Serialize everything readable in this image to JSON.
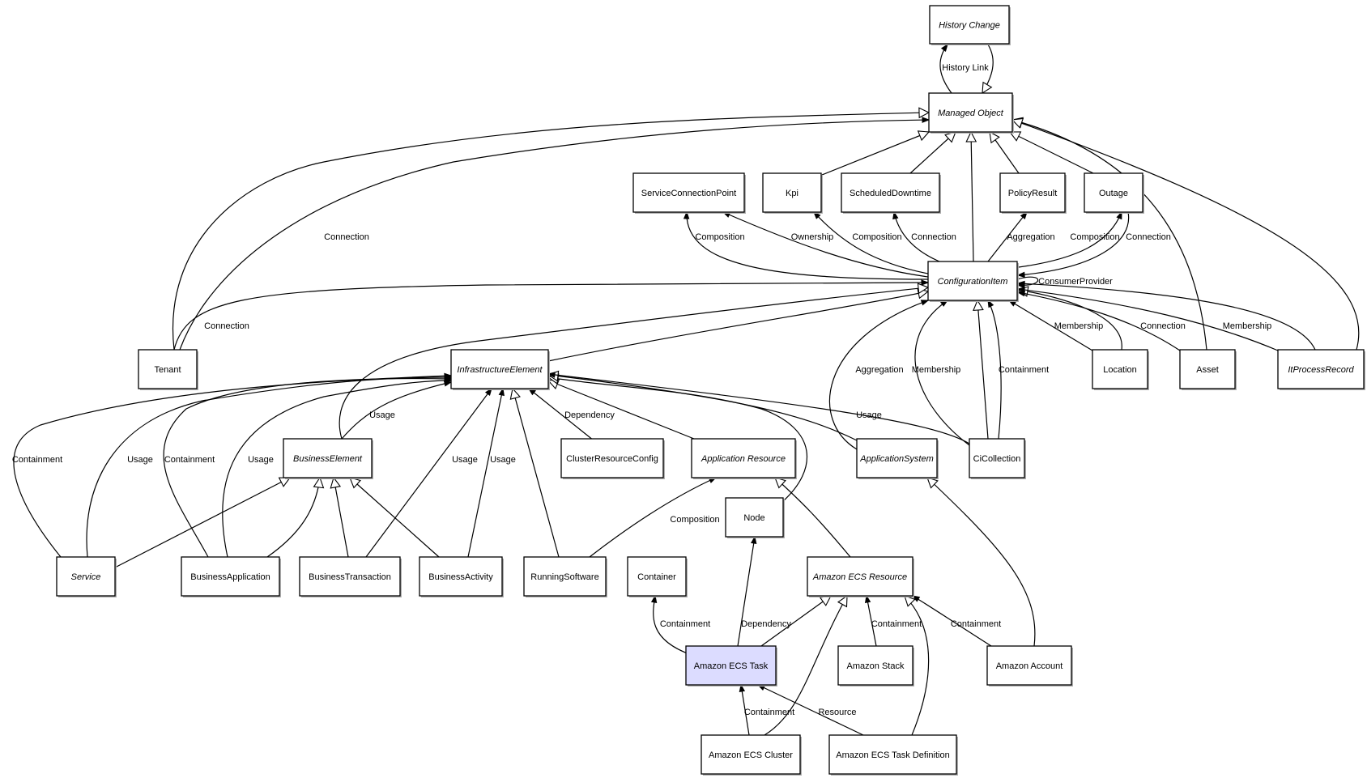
{
  "diagram": {
    "title": "",
    "highlight_color": "#dcdcff",
    "nodes": [
      {
        "id": "history_change",
        "label": "History Change",
        "abstract": true
      },
      {
        "id": "managed_object",
        "label": "Managed Object",
        "abstract": true
      },
      {
        "id": "service_connection_point",
        "label": "ServiceConnectionPoint",
        "abstract": false
      },
      {
        "id": "kpi",
        "label": "Kpi",
        "abstract": false
      },
      {
        "id": "scheduled_downtime",
        "label": "ScheduledDowntime",
        "abstract": false
      },
      {
        "id": "policy_result",
        "label": "PolicyResult",
        "abstract": false
      },
      {
        "id": "outage",
        "label": "Outage",
        "abstract": false
      },
      {
        "id": "configuration_item",
        "label": "ConfigurationItem",
        "abstract": true
      },
      {
        "id": "tenant",
        "label": "Tenant",
        "abstract": false
      },
      {
        "id": "infrastructure_element",
        "label": "InfrastructureElement",
        "abstract": true
      },
      {
        "id": "location",
        "label": "Location",
        "abstract": false
      },
      {
        "id": "asset",
        "label": "Asset",
        "abstract": false
      },
      {
        "id": "it_process_record",
        "label": "ItProcessRecord",
        "abstract": true
      },
      {
        "id": "business_element",
        "label": "BusinessElement",
        "abstract": true
      },
      {
        "id": "cluster_resource_config",
        "label": "ClusterResourceConfig",
        "abstract": false
      },
      {
        "id": "application_resource",
        "label": "Application Resource",
        "abstract": true
      },
      {
        "id": "application_system",
        "label": "ApplicationSystem",
        "abstract": true
      },
      {
        "id": "ci_collection",
        "label": "CiCollection",
        "abstract": false
      },
      {
        "id": "node",
        "label": "Node",
        "abstract": false
      },
      {
        "id": "service",
        "label": "Service",
        "abstract": true
      },
      {
        "id": "business_application",
        "label": "BusinessApplication",
        "abstract": false
      },
      {
        "id": "business_transaction",
        "label": "BusinessTransaction",
        "abstract": false
      },
      {
        "id": "business_activity",
        "label": "BusinessActivity",
        "abstract": false
      },
      {
        "id": "running_software",
        "label": "RunningSoftware",
        "abstract": false
      },
      {
        "id": "container",
        "label": "Container",
        "abstract": false
      },
      {
        "id": "amazon_ecs_resource",
        "label": "Amazon ECS Resource",
        "abstract": true
      },
      {
        "id": "amazon_ecs_task",
        "label": "Amazon ECS Task",
        "abstract": false,
        "highlighted": true
      },
      {
        "id": "amazon_stack",
        "label": "Amazon Stack",
        "abstract": false
      },
      {
        "id": "amazon_account",
        "label": "Amazon Account",
        "abstract": false
      },
      {
        "id": "amazon_ecs_cluster",
        "label": "Amazon ECS Cluster",
        "abstract": false
      },
      {
        "id": "amazon_ecs_task_definition",
        "label": "Amazon ECS Task Definition",
        "abstract": false
      }
    ],
    "edges": [
      {
        "from": "managed_object",
        "to": "history_change",
        "label": "History Link",
        "kind": "association"
      },
      {
        "from": "history_change",
        "to": "managed_object",
        "label": "",
        "kind": "inheritance"
      },
      {
        "from": "tenant",
        "to": "managed_object",
        "label": "",
        "kind": "inheritance"
      },
      {
        "from": "tenant",
        "to": "managed_object",
        "label": "Connection",
        "kind": "association"
      },
      {
        "from": "kpi",
        "to": "managed_object",
        "label": "",
        "kind": "inheritance"
      },
      {
        "from": "scheduled_downtime",
        "to": "managed_object",
        "label": "",
        "kind": "inheritance"
      },
      {
        "from": "configuration_item",
        "to": "managed_object",
        "label": "",
        "kind": "inheritance"
      },
      {
        "from": "policy_result",
        "to": "managed_object",
        "label": "",
        "kind": "inheritance"
      },
      {
        "from": "outage",
        "to": "managed_object",
        "label": "",
        "kind": "inheritance"
      },
      {
        "from": "asset",
        "to": "managed_object",
        "label": "",
        "kind": "inheritance"
      },
      {
        "from": "it_process_record",
        "to": "managed_object",
        "label": "",
        "kind": "inheritance"
      },
      {
        "from": "configuration_item",
        "to": "service_connection_point",
        "label": "Composition",
        "kind": "association"
      },
      {
        "from": "configuration_item",
        "to": "service_connection_point",
        "label": "Ownership",
        "kind": "association"
      },
      {
        "from": "configuration_item",
        "to": "kpi",
        "label": "Composition",
        "kind": "association"
      },
      {
        "from": "configuration_item",
        "to": "scheduled_downtime",
        "label": "Connection",
        "kind": "association"
      },
      {
        "from": "configuration_item",
        "to": "policy_result",
        "label": "Aggregation",
        "kind": "association"
      },
      {
        "from": "configuration_item",
        "to": "outage",
        "label": "Composition",
        "kind": "association"
      },
      {
        "from": "outage",
        "to": "configuration_item",
        "label": "Connection",
        "kind": "association"
      },
      {
        "from": "configuration_item",
        "to": "configuration_item",
        "label": "ConsumerProvider",
        "kind": "association"
      },
      {
        "from": "tenant",
        "to": "configuration_item",
        "label": "Connection",
        "kind": "association"
      },
      {
        "from": "infrastructure_element",
        "to": "configuration_item",
        "label": "",
        "kind": "inheritance"
      },
      {
        "from": "business_element",
        "to": "configuration_item",
        "label": "",
        "kind": "inheritance"
      },
      {
        "from": "location",
        "to": "configuration_item",
        "label": "Membership",
        "kind": "association"
      },
      {
        "from": "location",
        "to": "configuration_item",
        "label": "",
        "kind": "inheritance"
      },
      {
        "from": "asset",
        "to": "configuration_item",
        "label": "Connection",
        "kind": "association"
      },
      {
        "from": "it_process_record",
        "to": "configuration_item",
        "label": "Membership",
        "kind": "association"
      },
      {
        "from": "it_process_record",
        "to": "configuration_item",
        "label": "Connection",
        "kind": "association"
      },
      {
        "from": "application_system",
        "to": "configuration_item",
        "label": "Aggregation",
        "kind": "association"
      },
      {
        "from": "ci_collection",
        "to": "configuration_item",
        "label": "Membership",
        "kind": "association"
      },
      {
        "from": "ci_collection",
        "to": "configuration_item",
        "label": "",
        "kind": "inheritance"
      },
      {
        "from": "ci_collection",
        "to": "configuration_item",
        "label": "Containment",
        "kind": "association"
      },
      {
        "from": "business_element",
        "to": "infrastructure_element",
        "label": "Usage",
        "kind": "association"
      },
      {
        "from": "service",
        "to": "infrastructure_element",
        "label": "Containment",
        "kind": "association"
      },
      {
        "from": "service",
        "to": "infrastructure_element",
        "label": "Usage",
        "kind": "association"
      },
      {
        "from": "business_application",
        "to": "infrastructure_element",
        "label": "Containment",
        "kind": "association"
      },
      {
        "from": "business_application",
        "to": "infrastructure_element",
        "label": "Usage",
        "kind": "association"
      },
      {
        "from": "business_transaction",
        "to": "infrastructure_element",
        "label": "Usage",
        "kind": "association"
      },
      {
        "from": "business_activity",
        "to": "infrastructure_element",
        "label": "Usage",
        "kind": "association"
      },
      {
        "from": "running_software",
        "to": "infrastructure_element",
        "label": "",
        "kind": "inheritance"
      },
      {
        "from": "cluster_resource_config",
        "to": "infrastructure_element",
        "label": "Dependency",
        "kind": "association"
      },
      {
        "from": "application_resource",
        "to": "infrastructure_element",
        "label": "",
        "kind": "inheritance"
      },
      {
        "from": "node",
        "to": "infrastructure_element",
        "label": "",
        "kind": "inheritance"
      },
      {
        "from": "application_system",
        "to": "infrastructure_element",
        "label": "",
        "kind": "inheritance"
      },
      {
        "from": "ci_collection",
        "to": "infrastructure_element",
        "label": "Usage",
        "kind": "association"
      },
      {
        "from": "service",
        "to": "business_element",
        "label": "",
        "kind": "inheritance"
      },
      {
        "from": "business_application",
        "to": "business_element",
        "label": "",
        "kind": "inheritance"
      },
      {
        "from": "business_transaction",
        "to": "business_element",
        "label": "",
        "kind": "inheritance"
      },
      {
        "from": "business_activity",
        "to": "business_element",
        "label": "",
        "kind": "inheritance"
      },
      {
        "from": "running_software",
        "to": "application_resource",
        "label": "Composition",
        "kind": "association"
      },
      {
        "from": "amazon_ecs_resource",
        "to": "application_resource",
        "label": "",
        "kind": "inheritance"
      },
      {
        "from": "amazon_account",
        "to": "application_system",
        "label": "",
        "kind": "inheritance"
      },
      {
        "from": "amazon_ecs_task",
        "to": "container",
        "label": "Containment",
        "kind": "association"
      },
      {
        "from": "amazon_ecs_task",
        "to": "node",
        "label": "Dependency",
        "kind": "association"
      },
      {
        "from": "amazon_ecs_task",
        "to": "amazon_ecs_resource",
        "label": "",
        "kind": "inheritance"
      },
      {
        "from": "amazon_ecs_cluster",
        "to": "amazon_ecs_resource",
        "label": "",
        "kind": "inheritance"
      },
      {
        "from": "amazon_stack",
        "to": "amazon_ecs_resource",
        "label": "Containment",
        "kind": "association"
      },
      {
        "from": "amazon_ecs_task_definition",
        "to": "amazon_ecs_resource",
        "label": "",
        "kind": "inheritance"
      },
      {
        "from": "amazon_account",
        "to": "amazon_ecs_resource",
        "label": "Containment",
        "kind": "association"
      },
      {
        "from": "amazon_ecs_cluster",
        "to": "amazon_ecs_task",
        "label": "Containment",
        "kind": "association"
      },
      {
        "from": "amazon_ecs_task_definition",
        "to": "amazon_ecs_task",
        "label": "Resource",
        "kind": "association"
      }
    ]
  }
}
